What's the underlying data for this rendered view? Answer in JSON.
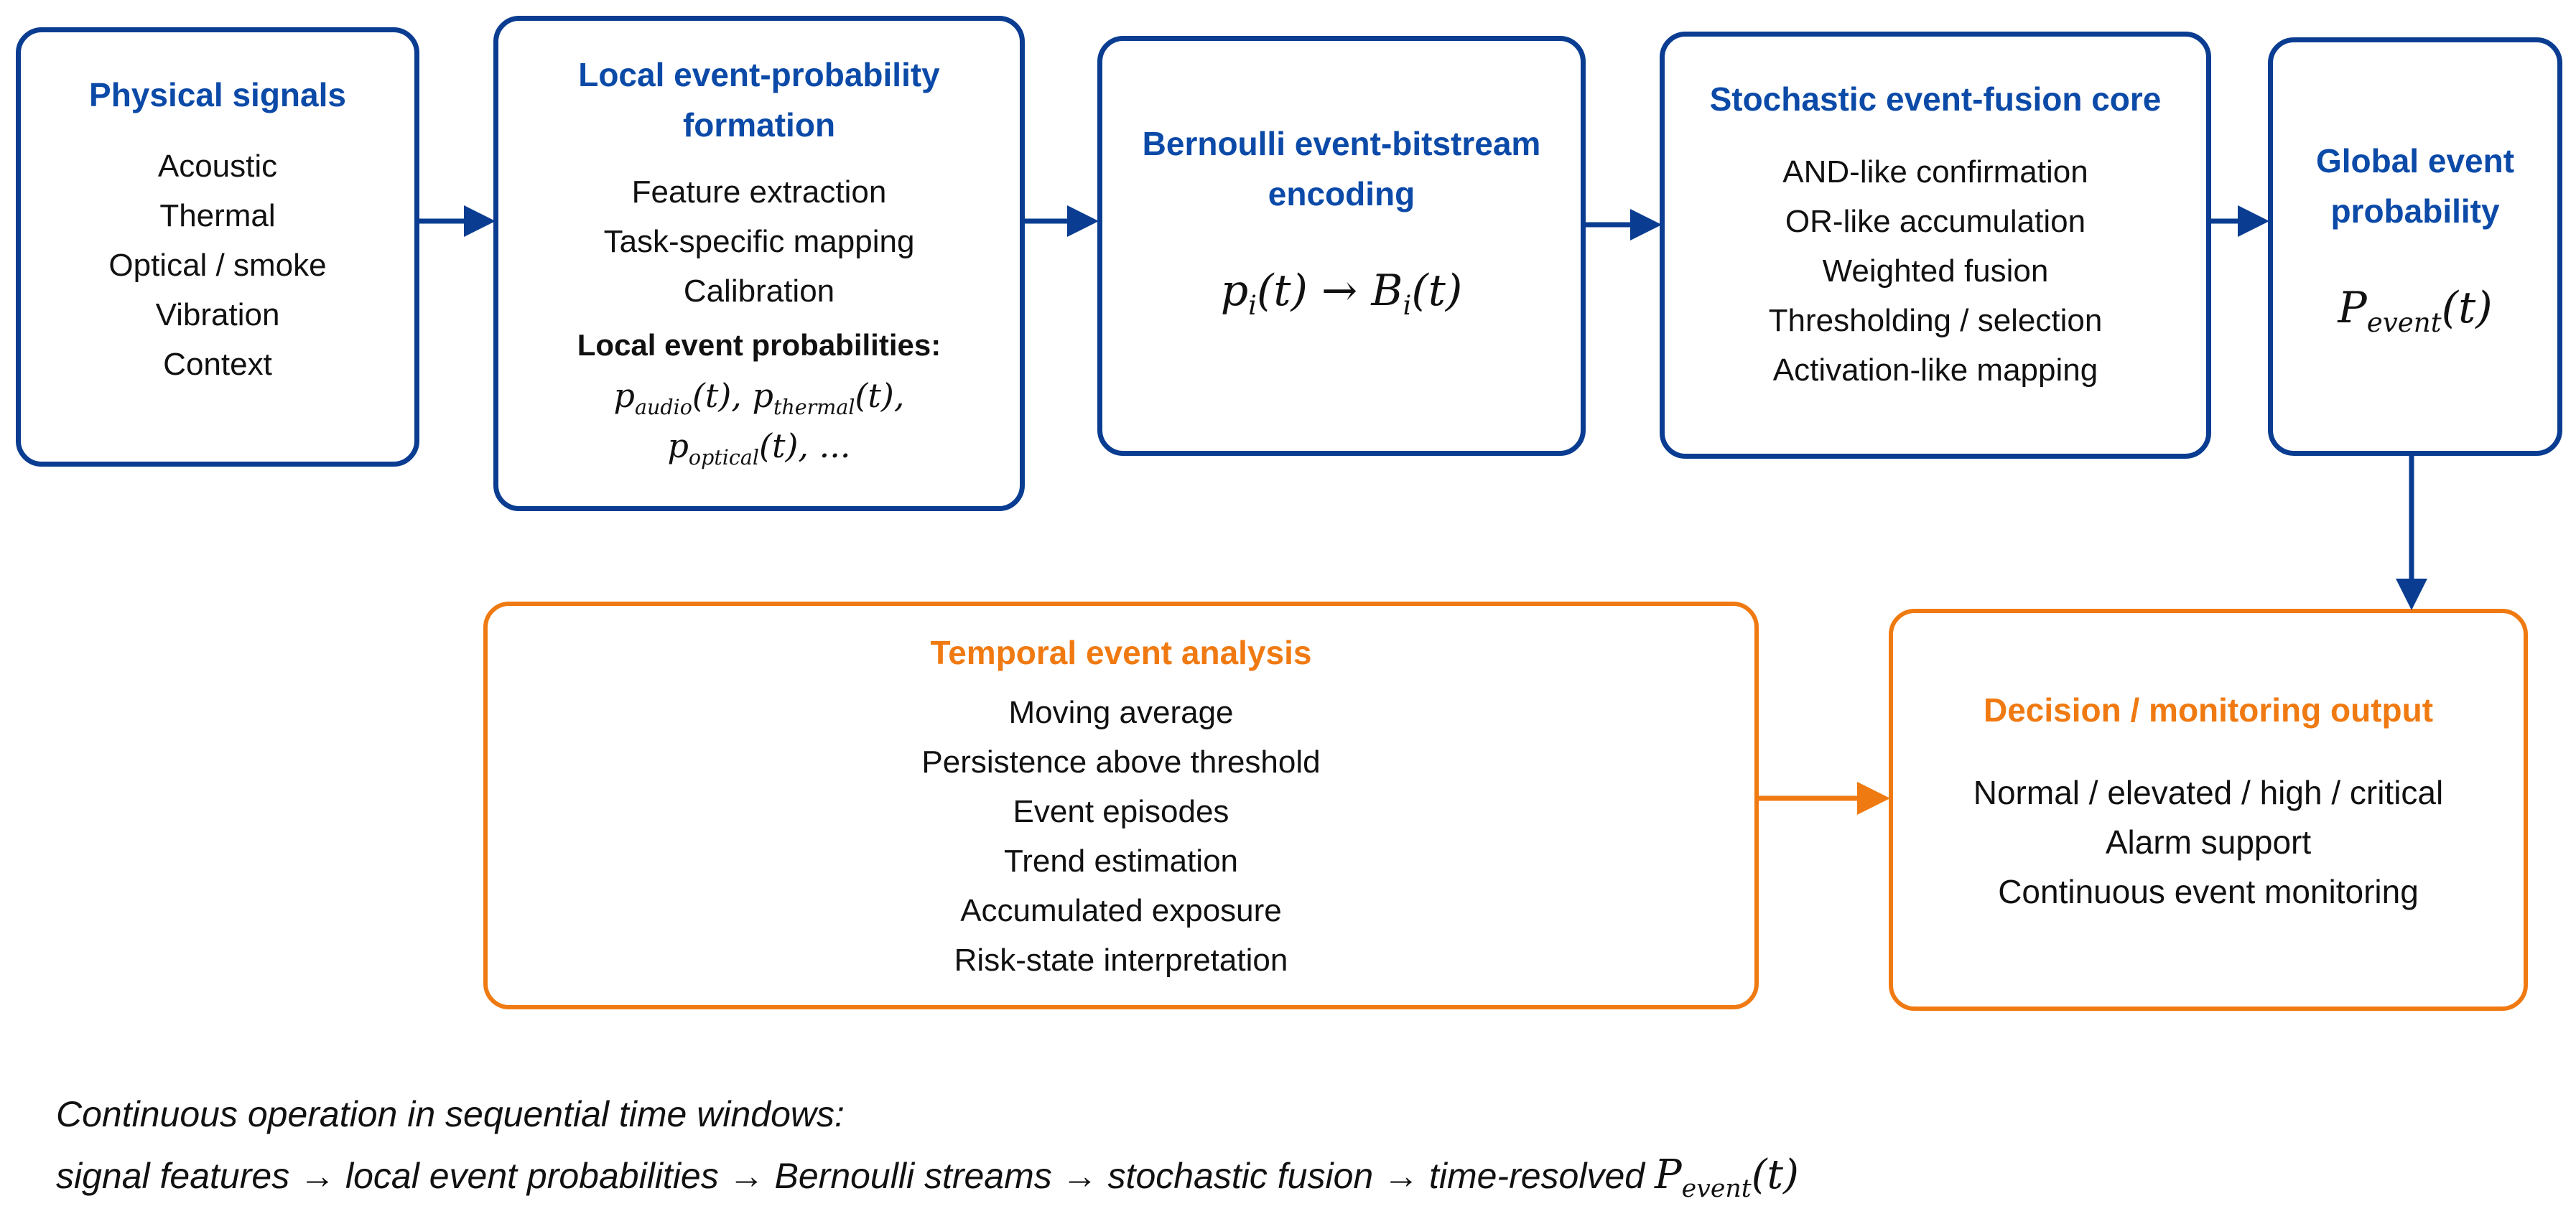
{
  "boxes": {
    "physical_signals": {
      "title": "Physical signals",
      "items": [
        "Acoustic",
        "Thermal",
        "Optical / smoke",
        "Vibration",
        "Context"
      ]
    },
    "local_probability": {
      "title_line1": "Local event-probability",
      "title_line2": "formation",
      "items": [
        "Feature extraction",
        "Task-specific mapping",
        "Calibration"
      ],
      "subtitle": "Local event probabilities:",
      "formula_line1": "p_audio(t), p_thermal(t),",
      "formula_line2": "p_optical(t), ..."
    },
    "bernoulli": {
      "title_line1": "Bernoulli event-bitstream",
      "title_line2": "encoding",
      "formula": "p_i(t) → B_i(t)"
    },
    "fusion_core": {
      "title": "Stochastic event-fusion core",
      "items": [
        "AND-like confirmation",
        "OR-like accumulation",
        "Weighted fusion",
        "Thresholding / selection",
        "Activation-like mapping"
      ]
    },
    "global_probability": {
      "title_line1": "Global event",
      "title_line2": "probability",
      "formula": "P_event(t)"
    },
    "temporal_analysis": {
      "title": "Temporal event analysis",
      "items": [
        "Moving average",
        "Persistence above threshold",
        "Event episodes",
        "Trend estimation",
        "Accumulated exposure",
        "Risk-state interpretation"
      ]
    },
    "decision_output": {
      "title": "Decision / monitoring output",
      "items": [
        "Normal / elevated / high / critical",
        "Alarm support",
        "Continuous event monitoring"
      ]
    }
  },
  "footer": {
    "line1": "Continuous operation in sequential time windows:",
    "line2_text": "signal features → local event probabilities → Bernoulli streams → stochastic fusion → time-resolved",
    "line2_formula": "P_event(t)"
  },
  "colors": {
    "blue_border": "#0a3d91",
    "blue_title": "#0c4aa8",
    "orange": "#f07a12"
  }
}
